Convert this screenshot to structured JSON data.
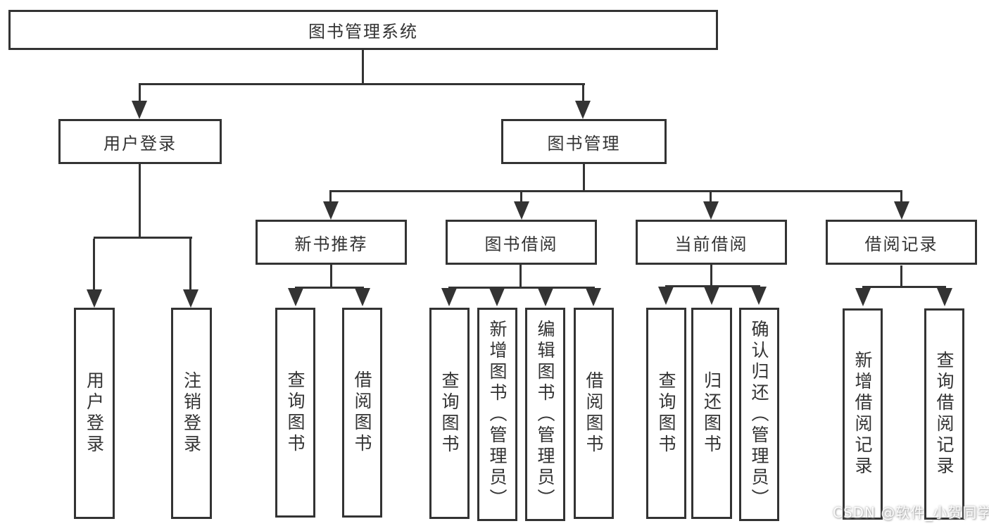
{
  "colors": {
    "line": "#333333",
    "text": "#333333",
    "background": "#ffffff"
  },
  "nodes": {
    "root": {
      "label": "图书管理系统"
    },
    "user_login": {
      "label": "用户登录"
    },
    "book_mgmt": {
      "label": "图书管理"
    },
    "leaf_user_login": {
      "label": "用户登录"
    },
    "leaf_logout": {
      "label": "注销登录"
    },
    "new_book_rec": {
      "label": "新书推荐"
    },
    "book_borrow": {
      "label": "图书借阅"
    },
    "current_borrow": {
      "label": "当前借阅"
    },
    "borrow_record": {
      "label": "借阅记录"
    },
    "nbr_query_book": {
      "label": "查询图书"
    },
    "nbr_borrow_book": {
      "label": "借阅图书"
    },
    "bb_query_book": {
      "label": "查询图书"
    },
    "bb_add_book": {
      "label": "新增图书（管理员）"
    },
    "bb_edit_book": {
      "label": "编辑图书（管理员）"
    },
    "bb_borrow_book": {
      "label": "借阅图书"
    },
    "cb_query_book": {
      "label": "查询图书"
    },
    "cb_return_book": {
      "label": "归还图书"
    },
    "cb_confirm_return": {
      "label": "确认归还（管理员）"
    },
    "br_add_record": {
      "label": "新增借阅记录"
    },
    "br_query_record": {
      "label": "查询借阅记录"
    }
  },
  "structure": {
    "图书管理系统": {
      "用户登录": [
        "用户登录",
        "注销登录"
      ],
      "图书管理": {
        "新书推荐": [
          "查询图书",
          "借阅图书"
        ],
        "图书借阅": [
          "查询图书",
          "新增图书（管理员）",
          "编辑图书（管理员）",
          "借阅图书"
        ],
        "当前借阅": [
          "查询图书",
          "归还图书",
          "确认归还（管理员）"
        ],
        "借阅记录": [
          "新增借阅记录",
          "查询借阅记录"
        ]
      }
    }
  },
  "watermark": {
    "text": "CSDN @软件_小贺同学"
  }
}
